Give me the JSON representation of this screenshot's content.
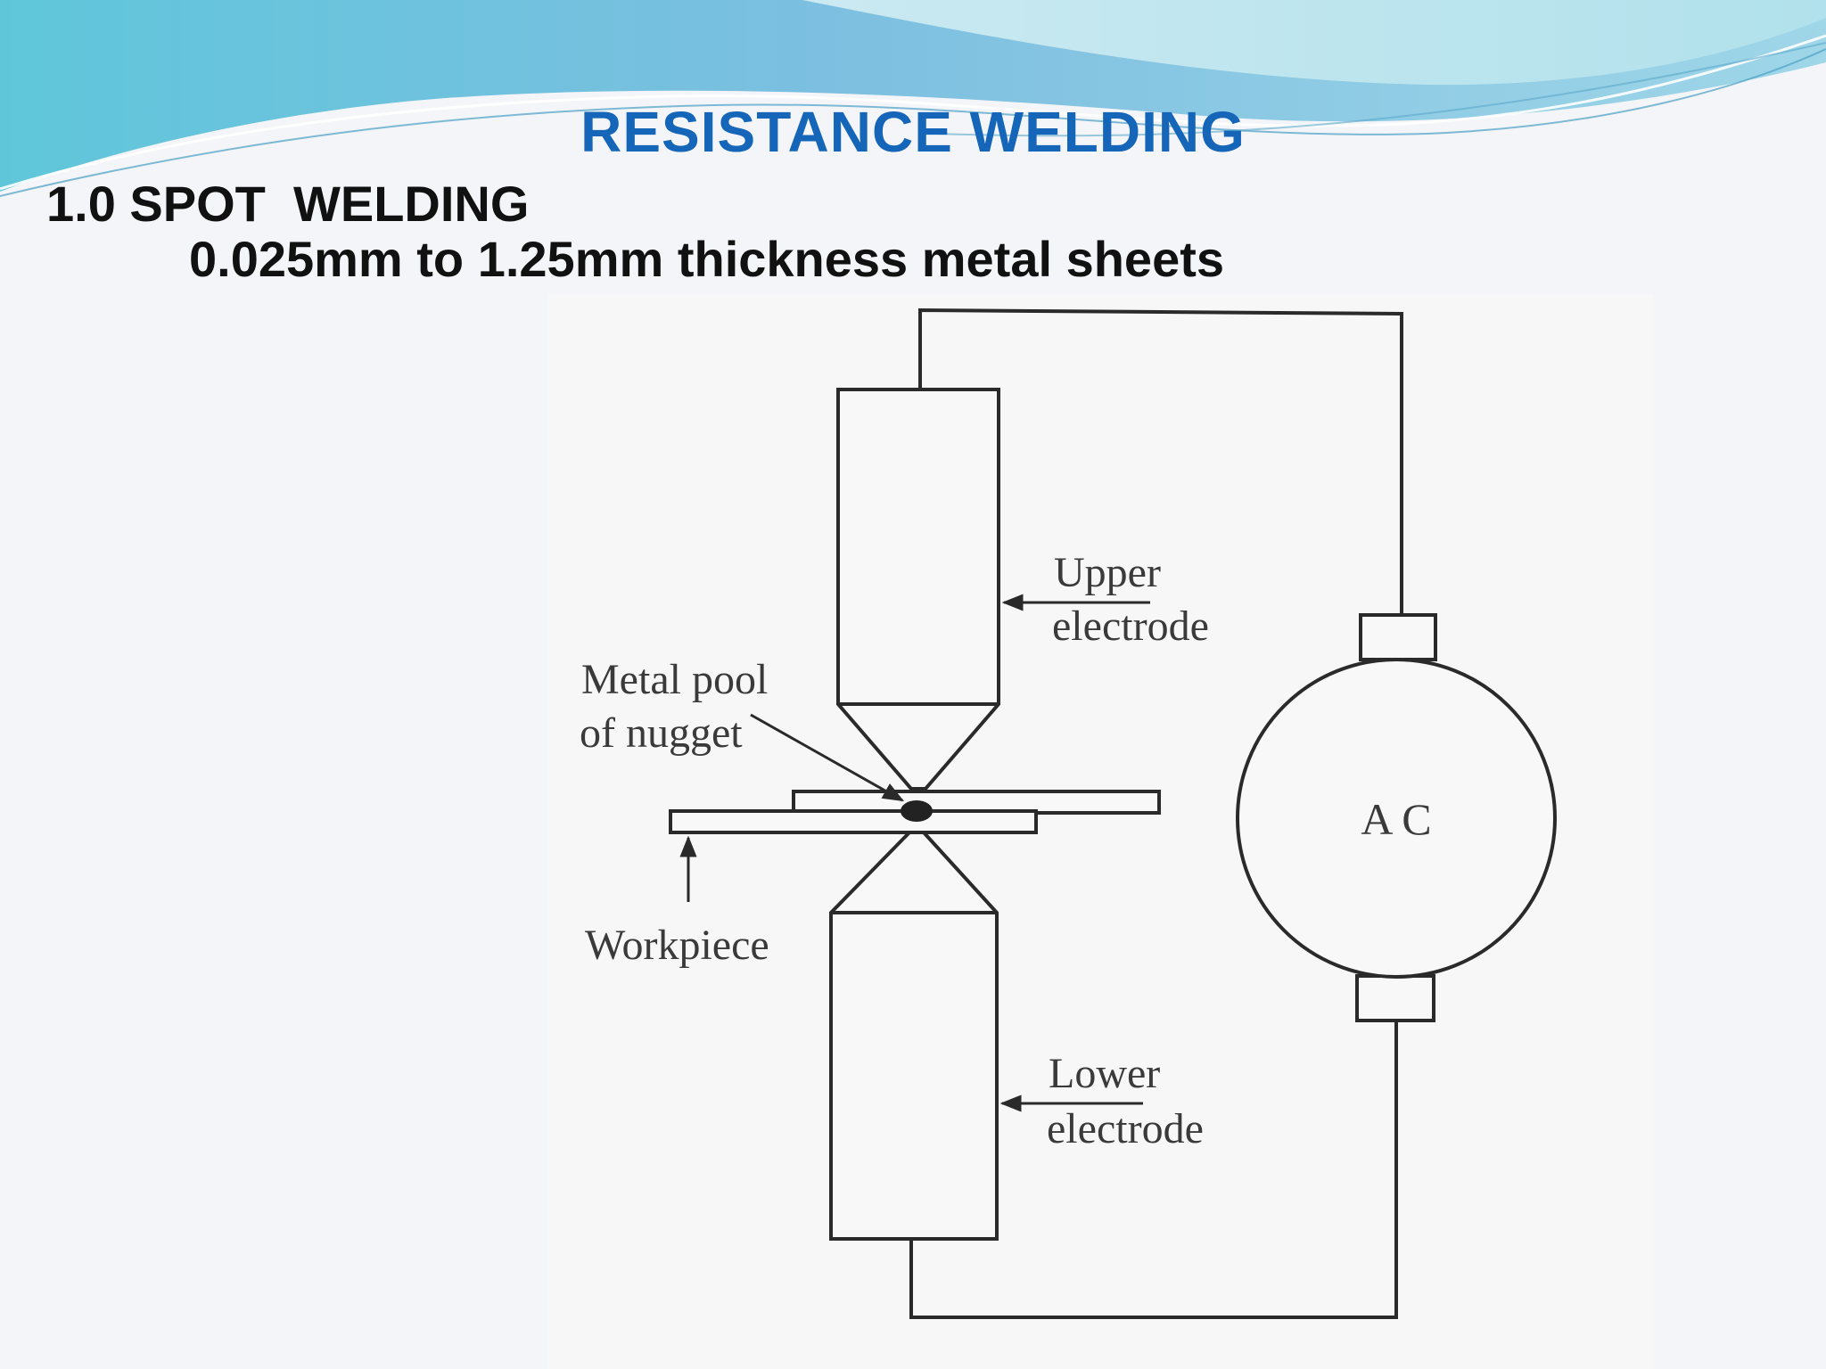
{
  "slide": {
    "title": "RESISTANCE  WELDING",
    "heading": "1.0 SPOT  WELDING",
    "subtext": "0.025mm to 1.25mm thickness metal sheets"
  },
  "diagram": {
    "labels": {
      "upper_electrode_line1": "Upper",
      "upper_electrode_line2": "electrode",
      "metal_pool_line1": "Metal pool",
      "metal_pool_line2": "of nugget",
      "workpiece": "Workpiece",
      "lower_electrode_line1": "Lower",
      "lower_electrode_line2": "electrode",
      "power_source": "A C"
    }
  },
  "colors": {
    "title": "#1565b8",
    "wave_dark": "#6fb8d8",
    "wave_light": "#bfe6ee",
    "line": "#2a2a2a"
  }
}
